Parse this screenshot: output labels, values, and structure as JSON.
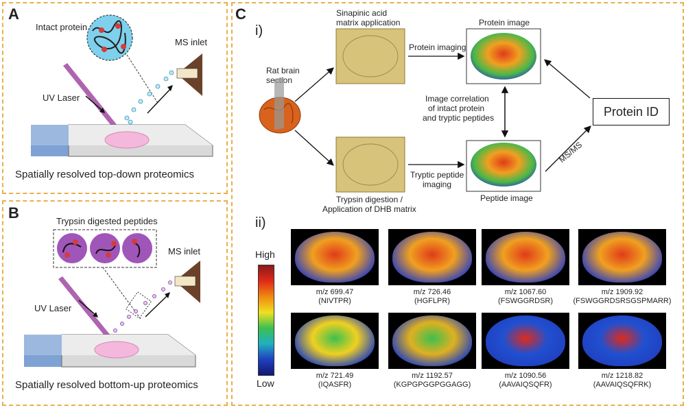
{
  "panel_a": {
    "label": "A",
    "intact_protein": "Intact protein",
    "ms_inlet": "MS inlet",
    "uv_laser": "UV Laser",
    "caption": "Spatially resolved top-down proteomics"
  },
  "panel_b": {
    "label": "B",
    "trypsin_title": "Trypsin digested peptides",
    "ms_inlet": "MS inlet",
    "uv_laser": "UV Laser",
    "caption": "Spatially resolved bottom-up proteomics"
  },
  "panel_c": {
    "label": "C",
    "sub_i": "i)",
    "sub_ii": "ii)",
    "sinapinic_line1": "Sinapinic acid",
    "sinapinic_line2": "matrix application",
    "protein_image": "Protein image",
    "protein_imaging": "Protein imaging",
    "rat_line1": "Rat brain",
    "rat_line2": "section",
    "corr_line1": "Image correlation",
    "corr_line2": "of intact protein",
    "corr_line3": "and tryptic peptides",
    "protein_id": "Protein ID",
    "msms": "MS/MS",
    "tryptic_line1": "Tryptic peptide",
    "tryptic_line2": "imaging",
    "trypsin_line1": "Trypsin digestion /",
    "trypsin_line2": "Application of DHB matrix",
    "peptide_image": "Peptide image",
    "scale_high": "High",
    "scale_low": "Low",
    "images": [
      {
        "mz": "m/z 699.47",
        "seq": "(NIVTPR)"
      },
      {
        "mz": "m/z 726.46",
        "seq": "(HGFLPR)"
      },
      {
        "mz": "m/z 1067.60",
        "seq": "(FSWGGRDSR)"
      },
      {
        "mz": "m/z 1909.92",
        "seq": "(FSWGGRDSRSGSPMARR)"
      },
      {
        "mz": "m/z 721.49",
        "seq": "(IQASFR)"
      },
      {
        "mz": "m/z 1192.57",
        "seq": "(KGPGPGGPGGAGG)"
      },
      {
        "mz": "m/z 1090.56",
        "seq": "(AAVAIQSQFR)"
      },
      {
        "mz": "m/z 1218.82",
        "seq": "(AAVAIQSQFRK)"
      }
    ]
  }
}
